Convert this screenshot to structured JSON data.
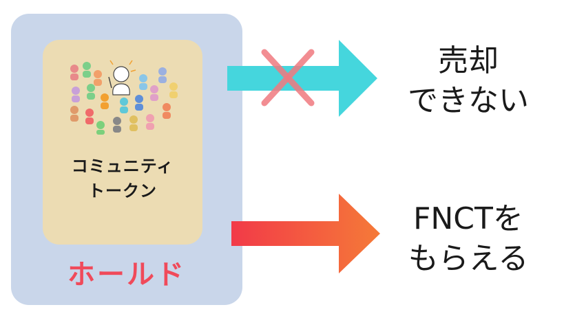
{
  "card": {
    "label_line1": "コミュニティ",
    "label_line2": "トークン",
    "illustration": "crowd-icon"
  },
  "hold_label": "ホールド",
  "outcomes": [
    {
      "line1": "売却",
      "line2": "できない",
      "arrow_color": "#45d6dd",
      "crossed": true
    },
    {
      "line1": "FNCTを",
      "line2": "もらえる",
      "arrow_color": "#f2553c",
      "crossed": false
    }
  ]
}
